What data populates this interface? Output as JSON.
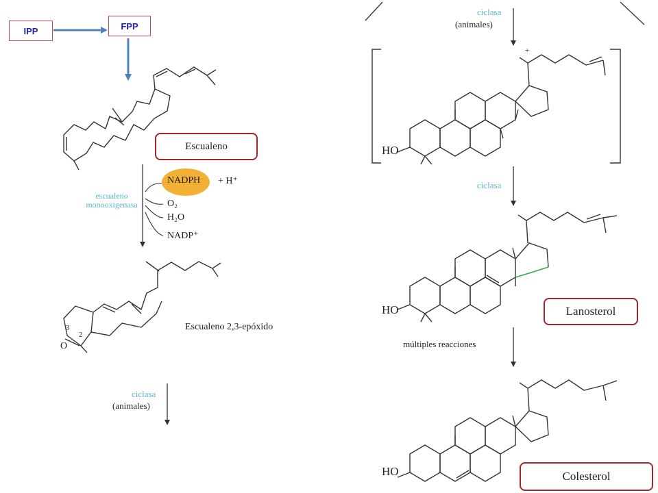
{
  "precursors": {
    "ipp": "IPP",
    "fpp": "FPP"
  },
  "compounds": {
    "squalene": "Escualeno",
    "epoxide": "Escualeno 2,3-epóxido",
    "lanosterol": "Lanosterol",
    "cholesterol": "Colesterol"
  },
  "enzyme": {
    "line1": "escualeno",
    "line2": "monooxigenasa"
  },
  "cofactors": {
    "nadph": "NADPH",
    "hplus": "+ H⁺",
    "o2": "O₂",
    "h2o": "H₂O",
    "nadp": "NADP⁺"
  },
  "steps": {
    "ciclasa_bottom_left": "ciclasa",
    "animales_bottom_left": "(animales)",
    "ciclasa_top_right": "ciclasa",
    "animales_top_right": "(animales)",
    "ciclasa_mid_right": "ciclasa",
    "multiples": "múltiples reacciones"
  },
  "atom_labels": {
    "ho": "HO",
    "epoxide_o": "O",
    "pos3": "3",
    "pos2": "2",
    "cation": "+"
  },
  "colors": {
    "precursor_text": "#1f1fb4",
    "arrow_blue": "#4f81bd",
    "box_border": "#a0262a",
    "enzyme_text": "#5bb8c9",
    "nadph_fill": "#f2b134",
    "highlight_green": "#2eaa4a"
  }
}
